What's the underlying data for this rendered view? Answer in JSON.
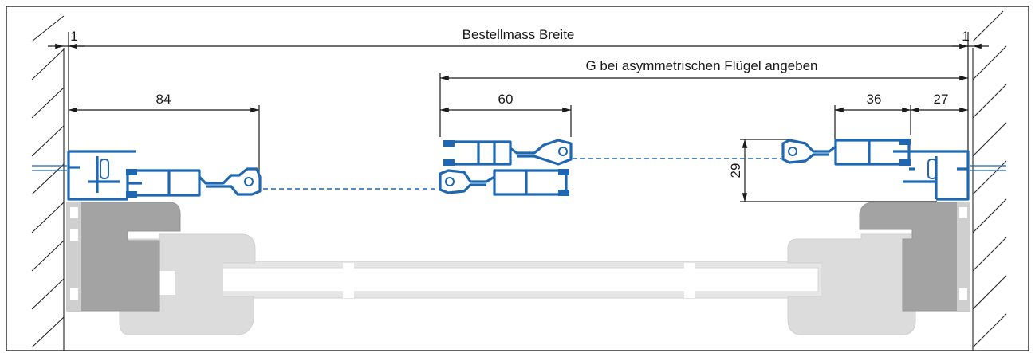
{
  "drawing": {
    "labels": {
      "overall_width": "Bestellmass Breite",
      "asym_note": "G bei asymmetrischen Flügel angeben",
      "gap_left": "1",
      "gap_right": "1",
      "dim_left_frame": "84",
      "dim_center_sash": "60",
      "dim_right_inner": "36",
      "dim_right_outer": "27",
      "dim_height": "29"
    },
    "colors": {
      "profile": "#1f67b1",
      "frame_dark": "#a3a3a3",
      "frame_light": "#dcdcdc",
      "lines": "#1a1a1a"
    }
  }
}
